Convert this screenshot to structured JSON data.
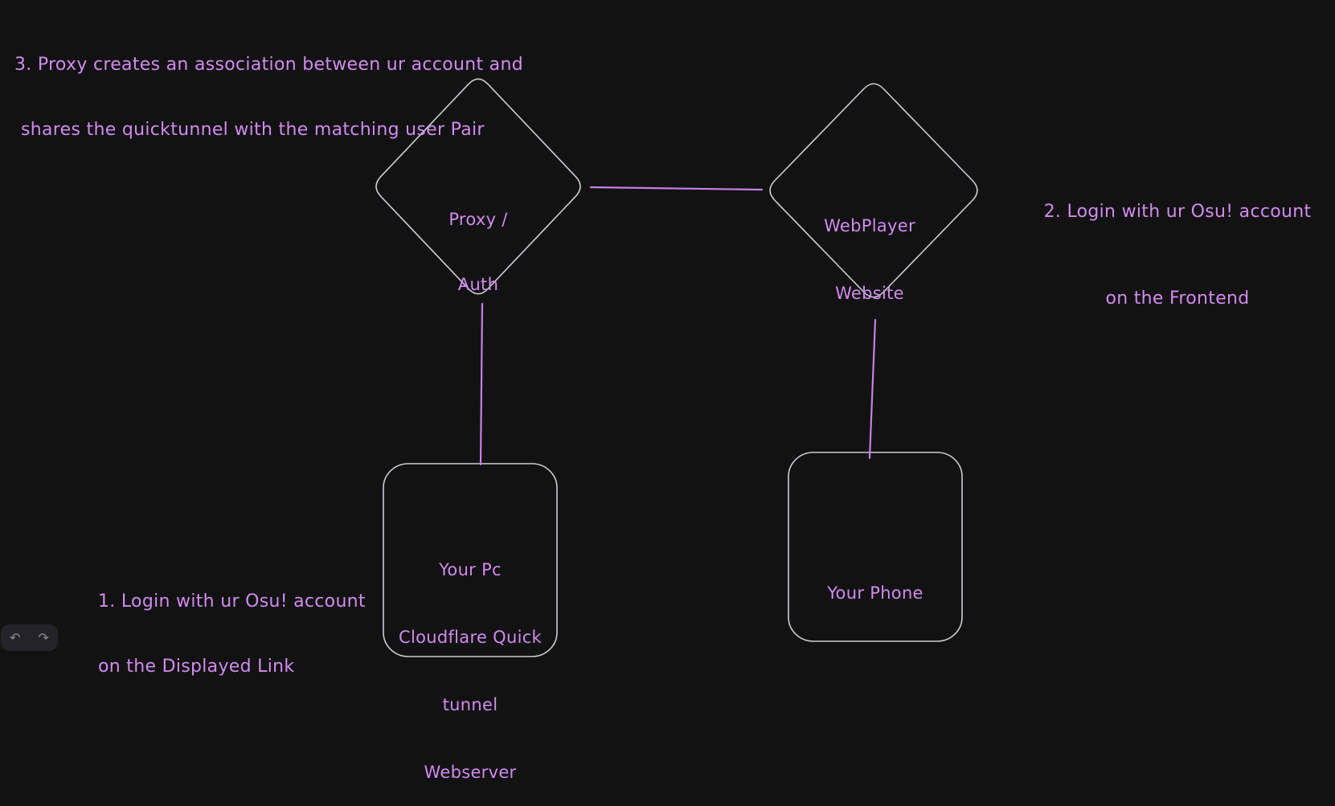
{
  "canvas": {
    "colors": {
      "background": "#121212",
      "shape_stroke": "#c9ced4",
      "accent_purple": "#d18bee",
      "connector_purple": "#c77fe5",
      "island_background": "#232329",
      "icon_color": "#8b8b93"
    }
  },
  "annotations": {
    "step3": {
      "line1": "3. Proxy creates an association between ur account and",
      "line2": "shares the quicktunnel with the matching user Pair"
    },
    "step2": {
      "line1": "2. Login with ur Osu! account",
      "line2": "on the Frontend"
    },
    "step1": {
      "line1": "1. Login with ur Osu! account",
      "line2": "on the Displayed Link"
    }
  },
  "nodes": {
    "proxy_auth": {
      "shape": "diamond",
      "line1": "Proxy /",
      "line2": "Auth"
    },
    "webplayer": {
      "shape": "diamond",
      "line1": "WebPlayer",
      "line2": "Website"
    },
    "pc_webserver": {
      "shape": "rounded-rectangle",
      "lines": [
        "Your Pc",
        "Cloudflare Quick",
        "tunnel",
        "Webserver"
      ]
    },
    "phone": {
      "shape": "rounded-rectangle",
      "line1": "Your Phone"
    }
  },
  "toolbar": {
    "undo_icon": "↶",
    "redo_icon": "↷"
  }
}
